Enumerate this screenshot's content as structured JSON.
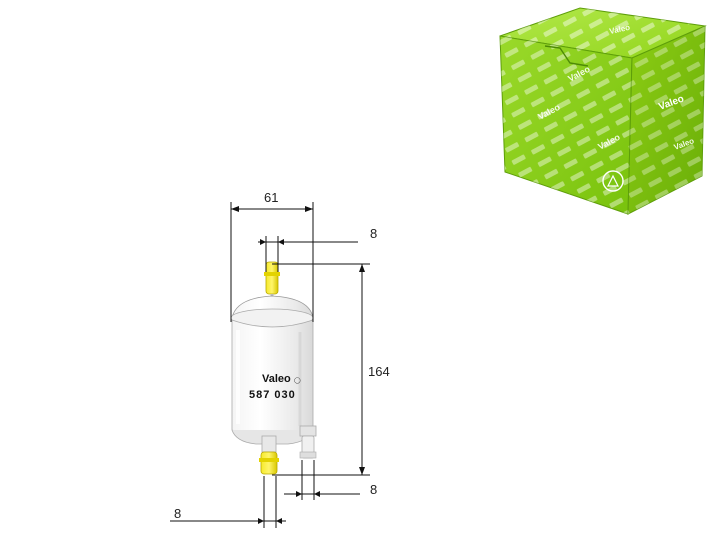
{
  "dimensions": {
    "width": "61",
    "inlet_top": "8",
    "height": "164",
    "outlet_right": "8",
    "outlet_left": "8"
  },
  "filter": {
    "brand": "Valeo",
    "part_number": "587 030"
  },
  "box": {
    "brand": "Valeo",
    "color": "#8DD10F"
  },
  "colors": {
    "connector": "#F2E400",
    "line": "#111111",
    "box_green": "#8DD10F",
    "box_dark": "#5E9E0A"
  }
}
